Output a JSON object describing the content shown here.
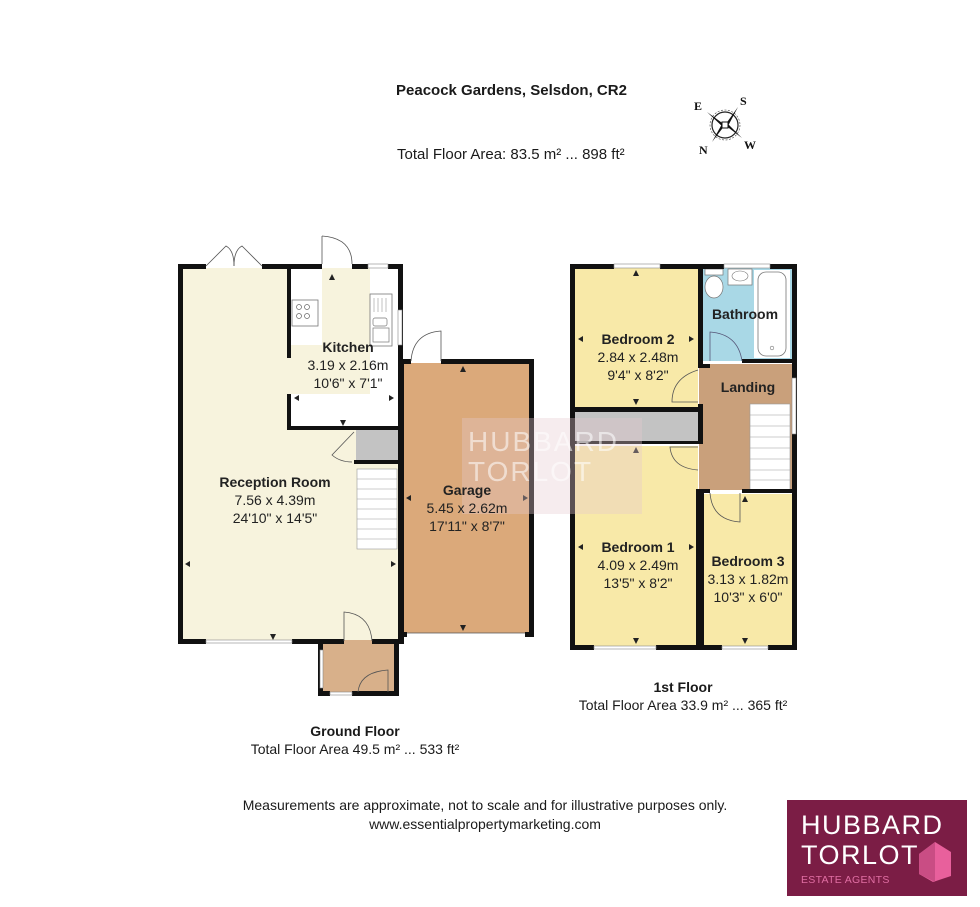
{
  "header": {
    "title": "Peacock Gardens, Selsdon, CR2",
    "total_area": "Total Floor Area: 83.5 m² ... 898 ft²"
  },
  "compass": {
    "icon": "compass-rose-icon",
    "labels": {
      "north": "N",
      "south": "S",
      "east": "E",
      "west": "W"
    }
  },
  "colors": {
    "reception": "#f7f3dd",
    "bedroom": "#f8e9a8",
    "bathroom": "#a9d8e6",
    "garage": "#dba97a",
    "landing": "#c9a07b",
    "porch": "#d8b08a",
    "cupboard": "#c3c3c3",
    "wall": "#111111",
    "logo_bg": "#7b1d45",
    "logo_accent": "#e06ea3"
  },
  "ground_floor": {
    "caption": "Ground Floor",
    "area": "Total Floor Area 49.5 m² ... 533 ft²",
    "rooms": [
      {
        "name": "Kitchen",
        "metric": "3.19 x 2.16m",
        "imperial": "10'6\" x 7'1\""
      },
      {
        "name": "Reception Room",
        "metric": "7.56 x 4.39m",
        "imperial": "24'10\" x 14'5\""
      },
      {
        "name": "Garage",
        "metric": "5.45 x 2.62m",
        "imperial": "17'11\" x 8'7\""
      }
    ]
  },
  "first_floor": {
    "caption": "1st Floor",
    "area": "Total Floor Area 33.9 m² ... 365 ft²",
    "rooms": [
      {
        "name": "Bedroom 2",
        "metric": "2.84 x 2.48m",
        "imperial": "9'4\" x 8'2\""
      },
      {
        "name": "Bathroom"
      },
      {
        "name": "Landing"
      },
      {
        "name": "Bedroom 1",
        "metric": "4.09 x 2.49m",
        "imperial": "13'5\" x 8'2\""
      },
      {
        "name": "Bedroom 3",
        "metric": "3.13 x 1.82m",
        "imperial": "10'3\" x 6'0\""
      }
    ]
  },
  "footer": {
    "disclaimer": "Measurements are approximate, not to scale and for illustrative purposes only.",
    "website": "www.essentialpropertymarketing.com"
  },
  "logo": {
    "line1": "HUBBARD",
    "line2": "TORLOT",
    "line3": "ESTATE AGENTS"
  },
  "watermark": {
    "line1": "HUBBARD",
    "line2": "TORLOT"
  }
}
